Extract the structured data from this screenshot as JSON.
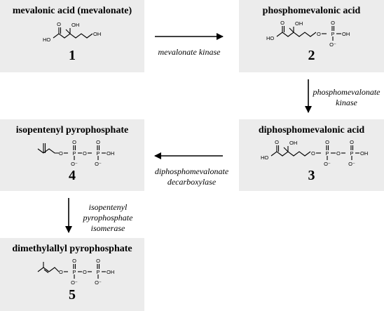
{
  "compounds": [
    {
      "name": "mevalonic acid (mevalonate)",
      "number": "1"
    },
    {
      "name": "phosphomevalonic acid",
      "number": "2"
    },
    {
      "name": "diphosphomevalonic acid",
      "number": "3"
    },
    {
      "name": "isopentenyl pyrophosphate",
      "number": "4"
    },
    {
      "name": "dimethylallyl pyrophosphate",
      "number": "5"
    }
  ],
  "enzymes": {
    "e1": "mevalonate kinase",
    "e2": [
      "phosphomevalonate",
      "kinase"
    ],
    "e3": [
      "diphosphomevalonate",
      "decarboxylase"
    ],
    "e4": [
      "isopentenyl",
      "pyrophosphate",
      "isomerase"
    ]
  },
  "atoms": {
    "ho": "HO",
    "oh": "OH",
    "o": "O",
    "p": "P",
    "o_minus": "O⁻",
    "oh_short": "OH"
  }
}
